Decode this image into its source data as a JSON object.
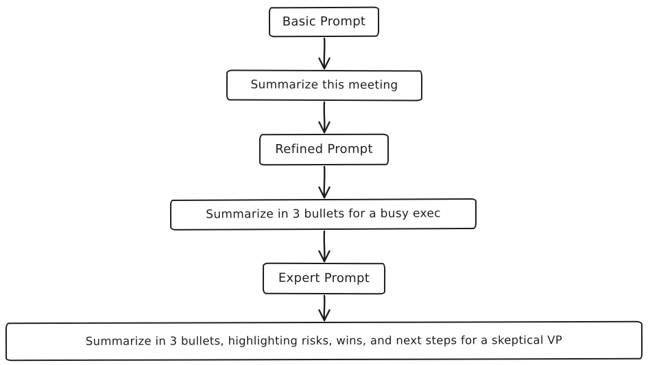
{
  "diagram": {
    "type": "flowchart",
    "direction": "top-down",
    "style": "hand-drawn",
    "stroke_color": "#1e1e1e",
    "background_color": "#ffffff",
    "nodes": [
      {
        "id": "basic-prompt",
        "label": "Basic Prompt"
      },
      {
        "id": "summarize-this-meeting",
        "label": "Summarize this meeting"
      },
      {
        "id": "refined-prompt",
        "label": "Refined Prompt"
      },
      {
        "id": "summarize-busy-exec",
        "label": "Summarize in 3 bullets for a busy exec"
      },
      {
        "id": "expert-prompt",
        "label": "Expert Prompt"
      },
      {
        "id": "summarize-skeptical-vp",
        "label": "Summarize in 3 bullets, highlighting risks, wins, and next steps for a skeptical VP"
      }
    ],
    "edges": [
      {
        "from": "basic-prompt",
        "to": "summarize-this-meeting",
        "arrow": "down"
      },
      {
        "from": "summarize-this-meeting",
        "to": "refined-prompt",
        "arrow": "down"
      },
      {
        "from": "refined-prompt",
        "to": "summarize-busy-exec",
        "arrow": "down"
      },
      {
        "from": "summarize-busy-exec",
        "to": "expert-prompt",
        "arrow": "down"
      },
      {
        "from": "expert-prompt",
        "to": "summarize-skeptical-vp",
        "arrow": "down"
      }
    ]
  }
}
